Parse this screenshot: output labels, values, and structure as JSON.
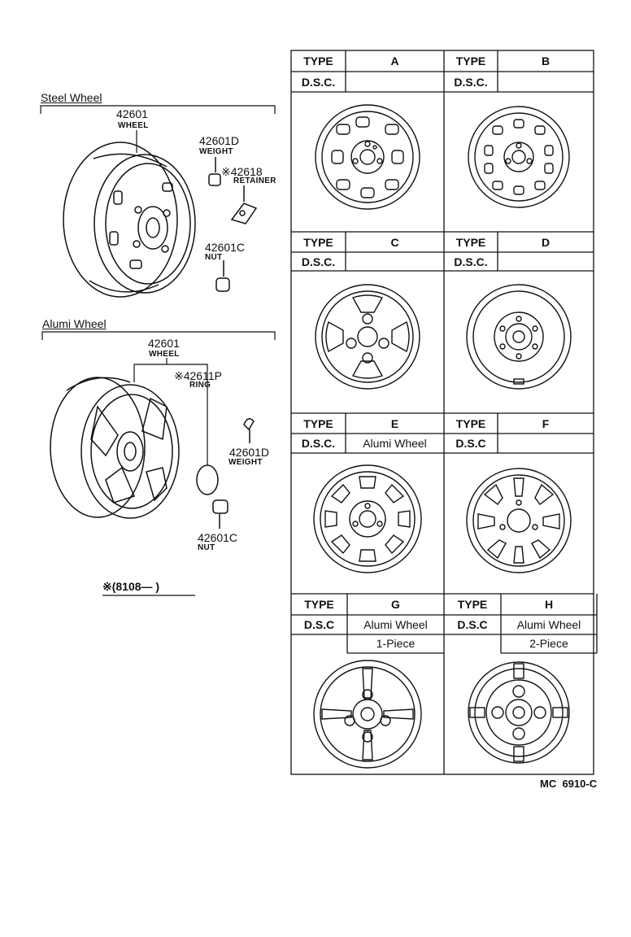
{
  "steel": {
    "title": "Steel Wheel",
    "wheel_num": "42601",
    "wheel_cap": "WHEEL",
    "weight_num": "42601D",
    "weight_cap": "WEIGHT",
    "retainer_num": "※42618",
    "retainer_cap": "RETAINER",
    "nut_num": "42601C",
    "nut_cap": "NUT"
  },
  "alumi": {
    "title": "Alumi Wheel",
    "wheel_num": "42601",
    "wheel_cap": "WHEEL",
    "ring_num": "※42611P",
    "ring_cap": "RING",
    "weight_num": "42601D",
    "weight_cap": "WEIGHT",
    "nut_num": "42601C",
    "nut_cap": "NUT"
  },
  "note": "※(8108—      )",
  "table": {
    "type_label": "TYPE",
    "types": [
      {
        "id": "A",
        "dsc_label": "D.S.C.",
        "dsc": "",
        "extra": ""
      },
      {
        "id": "B",
        "dsc_label": "D.S.C.",
        "dsc": "",
        "extra": ""
      },
      {
        "id": "C",
        "dsc_label": "D.S.C.",
        "dsc": "",
        "extra": ""
      },
      {
        "id": "D",
        "dsc_label": "D.S.C.",
        "dsc": "",
        "extra": ""
      },
      {
        "id": "E",
        "dsc_label": "D.S.C.",
        "dsc": "Alumi Wheel",
        "extra": ""
      },
      {
        "id": "F",
        "dsc_label": "D.S.C",
        "dsc": "",
        "extra": ""
      },
      {
        "id": "G",
        "dsc_label": "D.S.C",
        "dsc": "Alumi Wheel",
        "extra": "1-Piece"
      },
      {
        "id": "H",
        "dsc_label": "D.S.C",
        "dsc": "Alumi Wheel",
        "extra": "2-Piece"
      }
    ]
  },
  "code": "MC  6910-C"
}
